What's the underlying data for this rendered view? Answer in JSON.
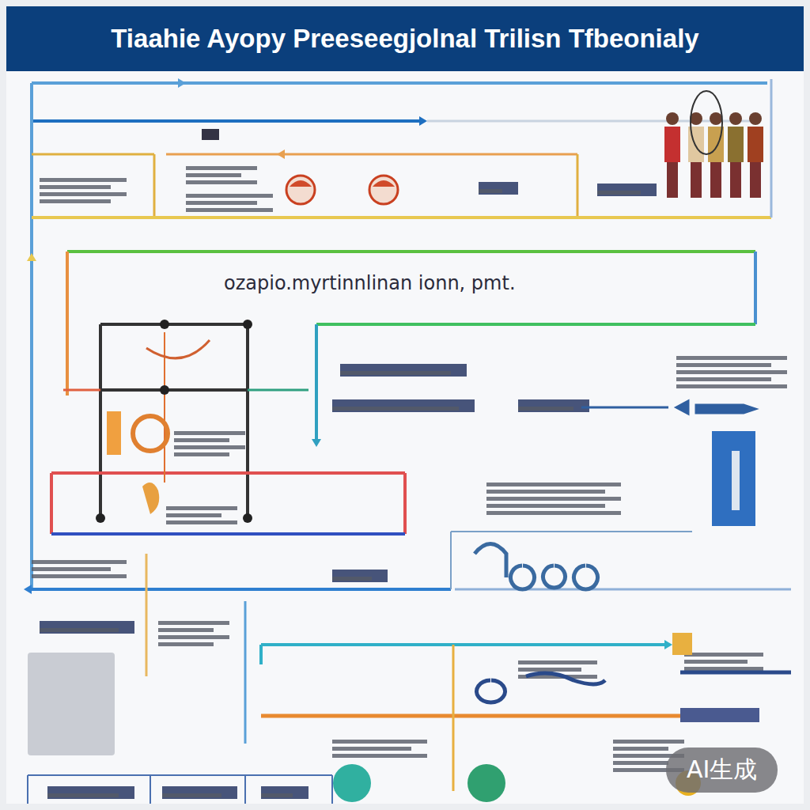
{
  "diagram": {
    "title": "Tiaahie Ayopy Preeseegjolnal Trilisn Tfbeonialy",
    "nodes": [
      {
        "text": [
          "ozapio.myrtinnlinan ionn, pmt."
        ]
      },
      {
        "text": [
          "AI生成"
        ]
      }
    ]
  }
}
